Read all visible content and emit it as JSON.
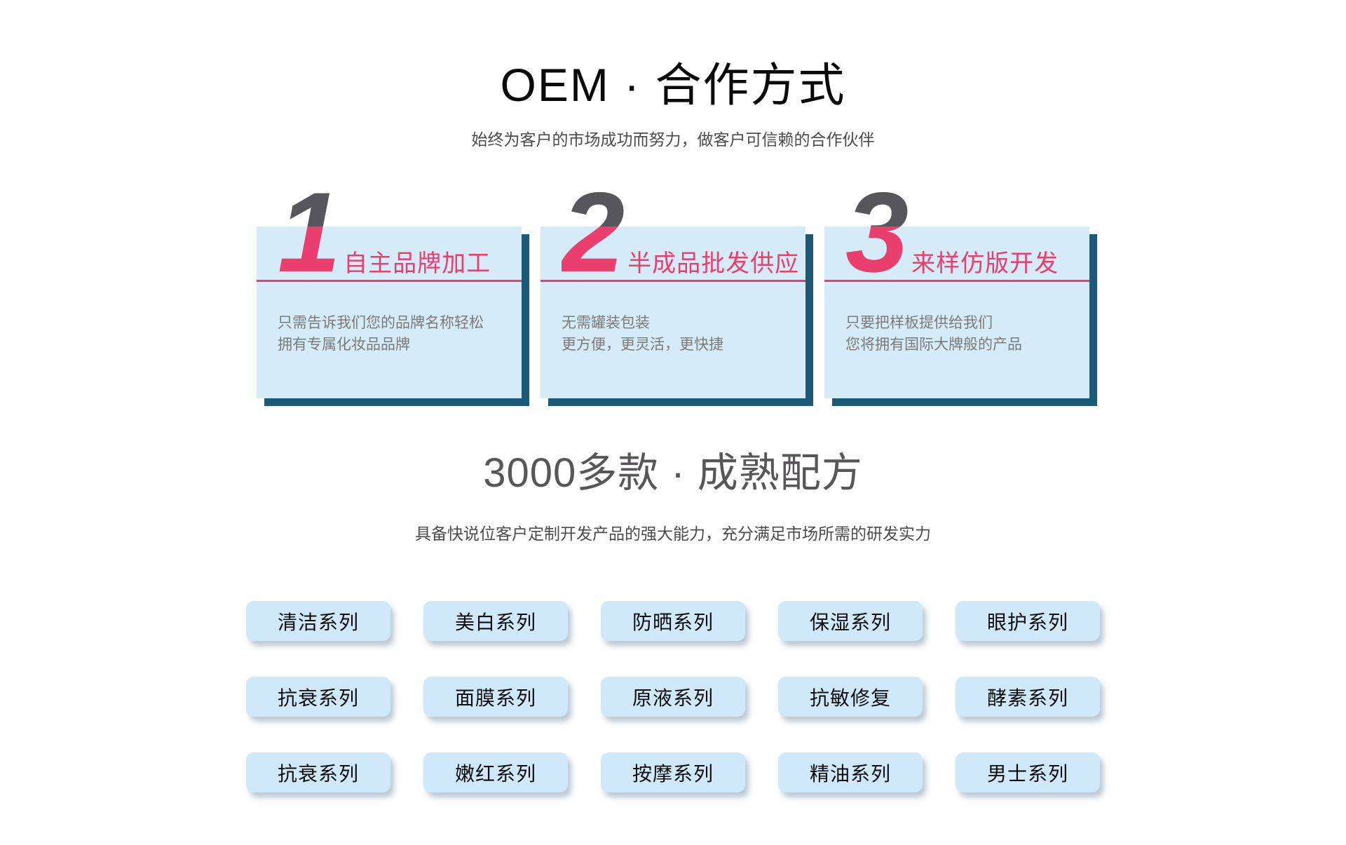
{
  "header": {
    "title": "OEM · 合作方式",
    "subtitle": "始终为客户的市场成功而努力，做客户可信赖的合作伙伴"
  },
  "cards": [
    {
      "number": "1",
      "title": "自主品牌加工",
      "line1": "只需告诉我们您的品牌名称轻松",
      "line2": "拥有专属化妆品品牌"
    },
    {
      "number": "2",
      "title": "半成品批发供应",
      "line1": "无需罐装包装",
      "line2": "更方便，更灵活，更快捷"
    },
    {
      "number": "3",
      "title": "来样仿版开发",
      "line1": "只要把样板提供给我们",
      "line2": "您将拥有国际大牌般的产品"
    }
  ],
  "formulas": {
    "title": "3000多款 · 成熟配方",
    "subtitle": "具备快说位客户定制开发产品的强大能力，充分满足市场所需的研发实力",
    "series": [
      "清洁系列",
      "美白系列",
      "防晒系列",
      "保湿系列",
      "眼护系列",
      "抗衰系列",
      "面膜系列",
      "原液系列",
      "抗敏修复",
      "酵素系列",
      "抗衰系列",
      "嫩红系列",
      "按摩系列",
      "精油系列",
      "男士系列"
    ]
  },
  "colors": {
    "accent_pink": "#e83f6e",
    "number_gray": "#57565c",
    "card_bg": "#d5ebf8",
    "card_shadow": "#1d5a78",
    "chip_bg": "#cfe9fb",
    "title_black": "#0a0a0a",
    "section_gray": "#585658",
    "body_gray": "#7a7a7a"
  }
}
